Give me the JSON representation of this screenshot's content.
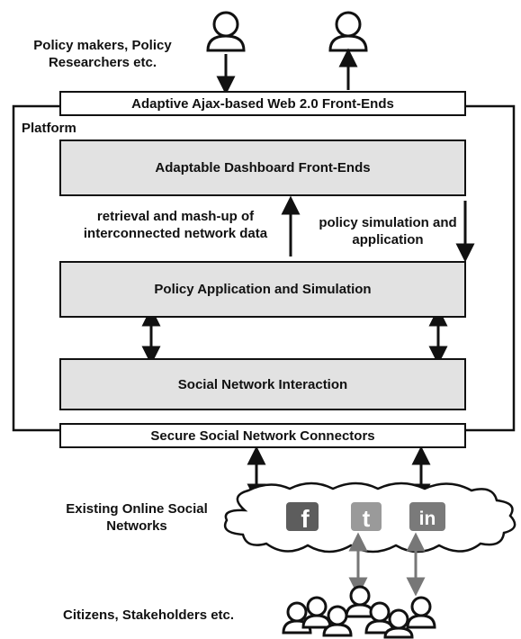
{
  "actors": {
    "policy_makers": "Policy makers, Policy Researchers etc.",
    "citizens": "Citizens, Stakeholders etc."
  },
  "frontends_bar": "Adaptive Ajax-based Web 2.0 Front-Ends",
  "platform_label": "Platform",
  "dashboard_box": "Adaptable Dashboard Front-Ends",
  "retrieval_label": "retrieval and mash-up of interconnected network data",
  "simulation_label": "policy simulation and application",
  "policy_box": "Policy Application and Simulation",
  "social_box": "Social Network Interaction",
  "connectors_bar": "Secure Social Network Connectors",
  "networks_label": "Existing Online Social Networks",
  "network_logos": [
    {
      "name": "facebook",
      "glyph": "f"
    },
    {
      "name": "twitter",
      "glyph": "t"
    },
    {
      "name": "linkedin",
      "glyph": "in"
    }
  ]
}
